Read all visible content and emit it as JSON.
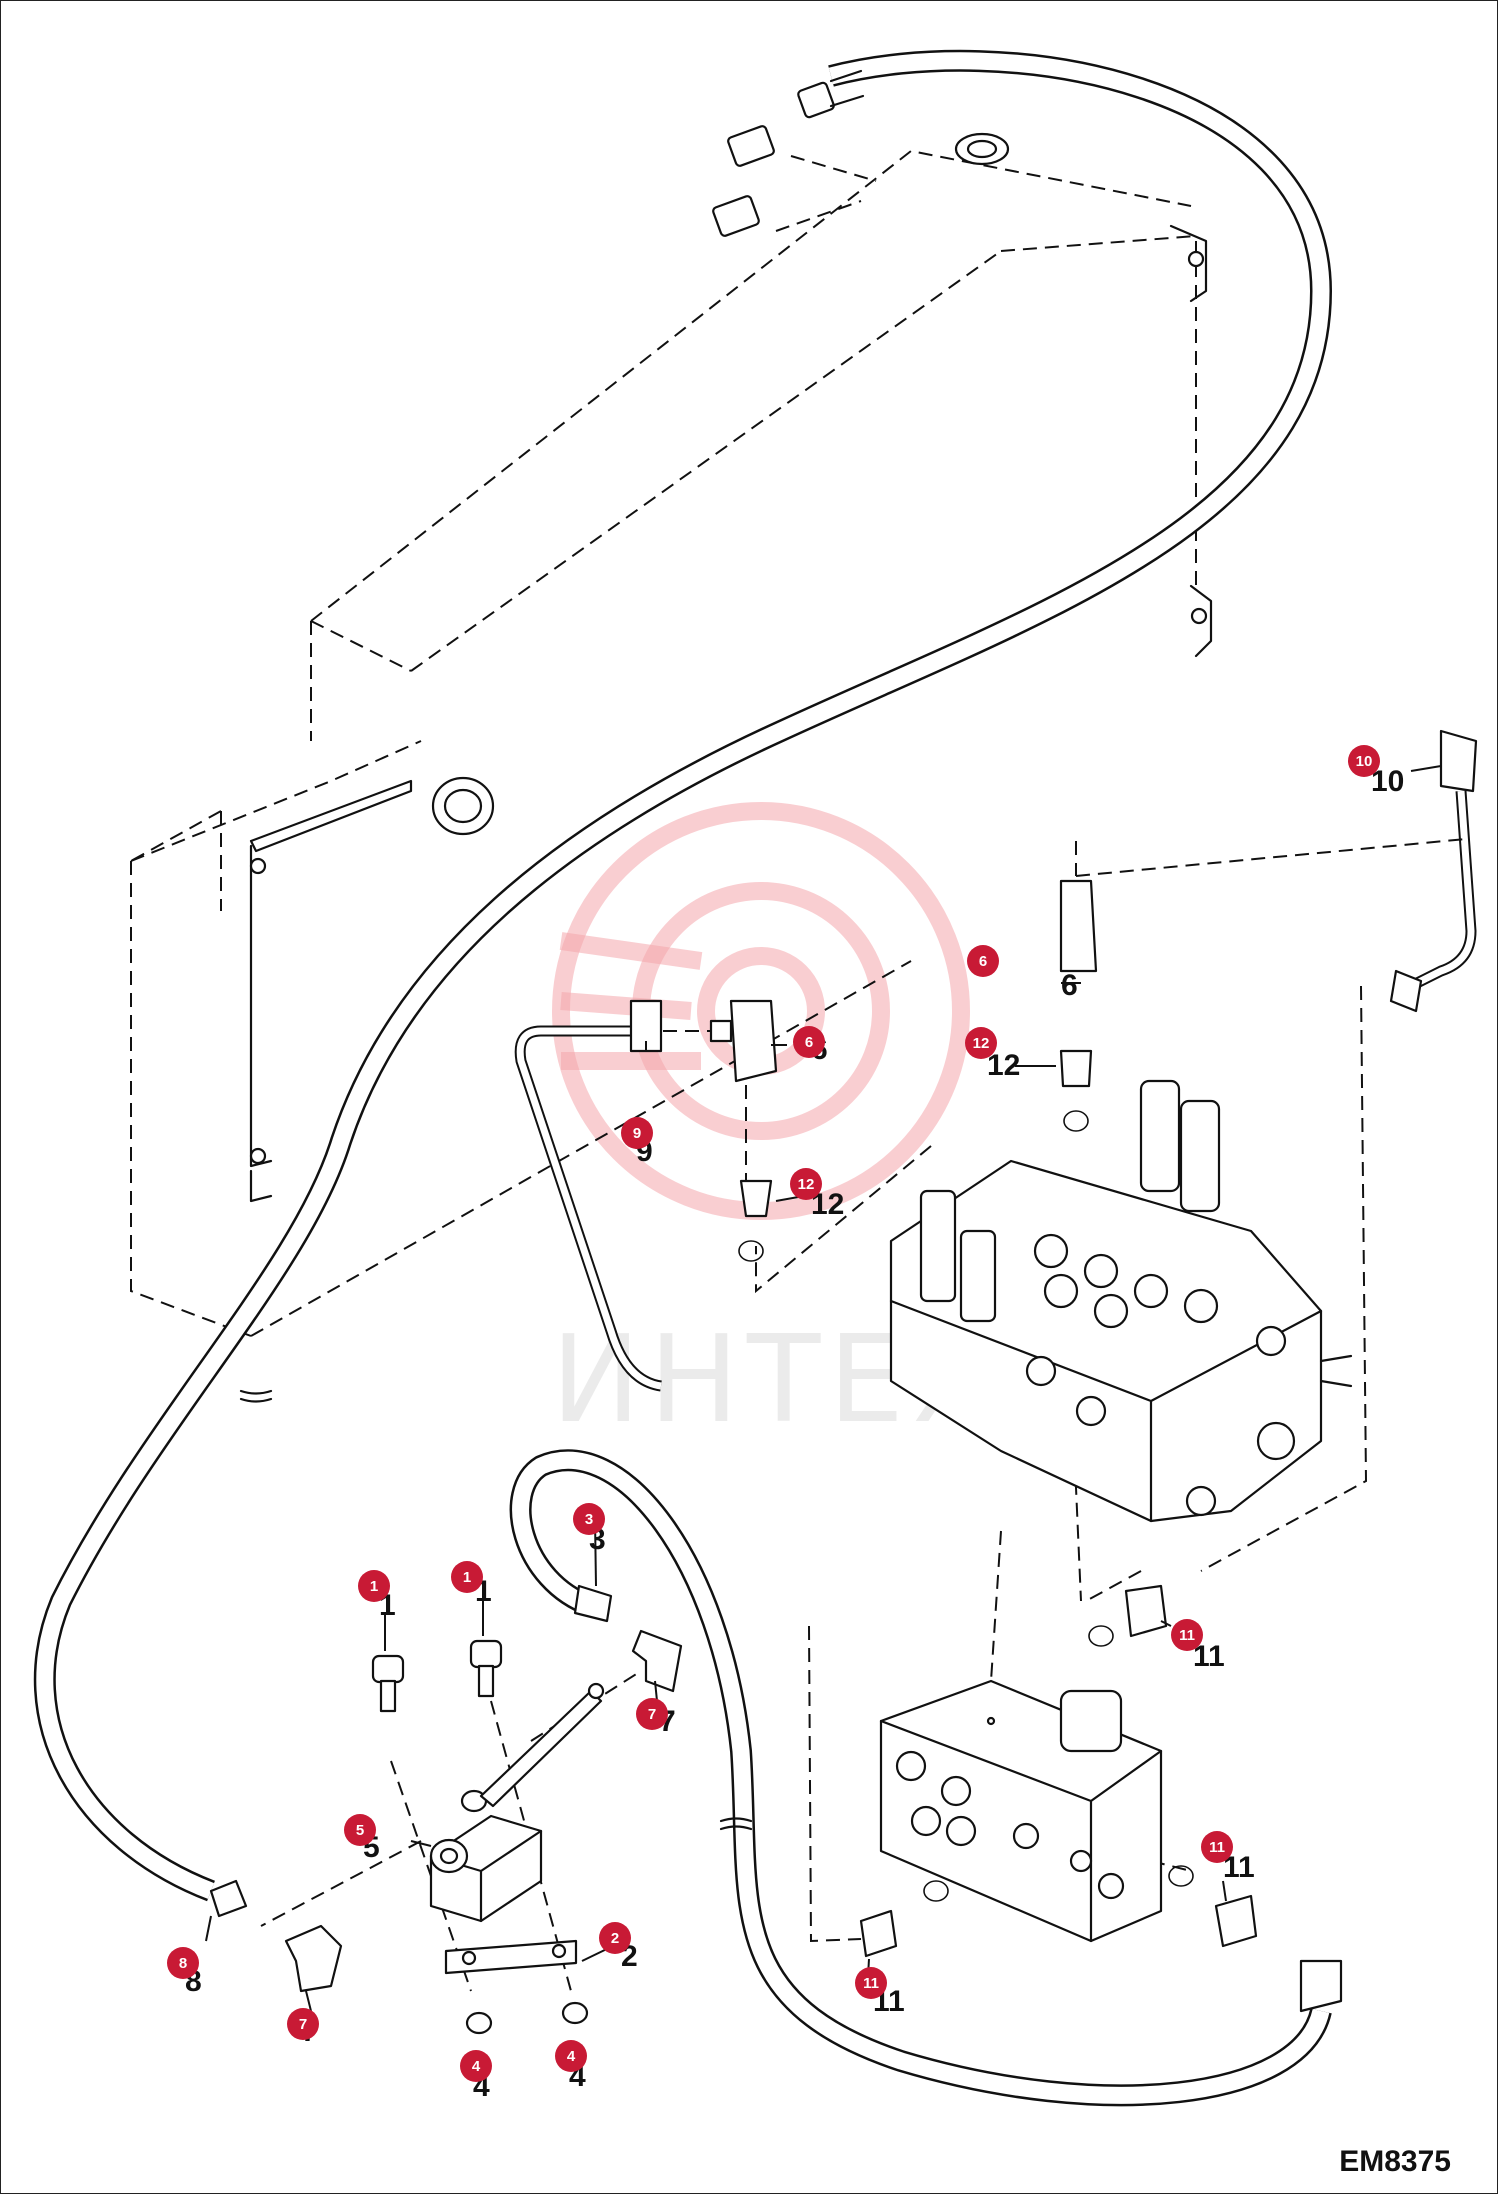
{
  "drawing_code": "EM8375",
  "accent_color": "#c81a35",
  "watermark": "ИНТЕХ",
  "callouts": [
    {
      "id": "c1a",
      "num": "1"
    },
    {
      "id": "c1b",
      "num": "1"
    },
    {
      "id": "c2",
      "num": "2"
    },
    {
      "id": "c3",
      "num": "3"
    },
    {
      "id": "c4a",
      "num": "4"
    },
    {
      "id": "c4b",
      "num": "4"
    },
    {
      "id": "c5",
      "num": "5"
    },
    {
      "id": "c6a",
      "num": "6"
    },
    {
      "id": "c6b",
      "num": "6"
    },
    {
      "id": "c7a",
      "num": "7"
    },
    {
      "id": "c7b",
      "num": "7"
    },
    {
      "id": "c8",
      "num": "8"
    },
    {
      "id": "c9",
      "num": "9"
    },
    {
      "id": "c10",
      "num": "10"
    },
    {
      "id": "c11a",
      "num": "11"
    },
    {
      "id": "c11b",
      "num": "11"
    },
    {
      "id": "c11c",
      "num": "11"
    },
    {
      "id": "c12a",
      "num": "12"
    },
    {
      "id": "c12b",
      "num": "12"
    }
  ]
}
